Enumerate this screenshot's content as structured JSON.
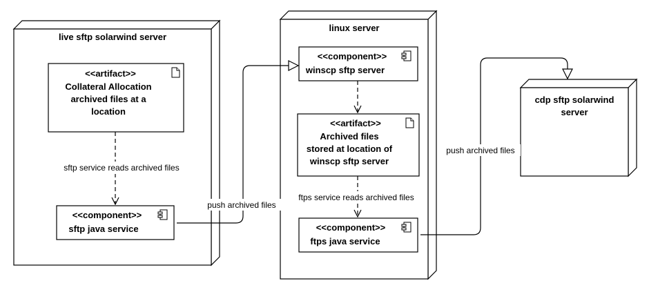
{
  "nodes": {
    "live": {
      "title": "live sftp solarwind server"
    },
    "linux": {
      "title": "linux server"
    },
    "cdp": {
      "title_line1": "cdp sftp solarwind",
      "title_line2": "server"
    }
  },
  "elements": {
    "live_artifact": {
      "stereotype": "<<artifact>>",
      "line1": "Collateral Allocation",
      "line2": "archived files at a",
      "line3": "location"
    },
    "sftp_java": {
      "stereotype": "<<component>>",
      "name": "sftp java service"
    },
    "winscp": {
      "stereotype": "<<component>>",
      "name": "winscp sftp server"
    },
    "linux_artifact": {
      "stereotype": "<<artifact>>",
      "line1": "Archived files",
      "line2": "stored at location of",
      "line3": "winscp sftp server"
    },
    "ftps_java": {
      "stereotype": "<<component>>",
      "name": "ftps java service"
    }
  },
  "edges": {
    "sftp_reads": "sftp service reads archived files",
    "push_to_winscp": "push archived files",
    "ftps_reads": "ftps service reads archived files",
    "push_to_cdp": "push archived files"
  },
  "icons": [
    "artifact-document-icon",
    "component-icon"
  ]
}
